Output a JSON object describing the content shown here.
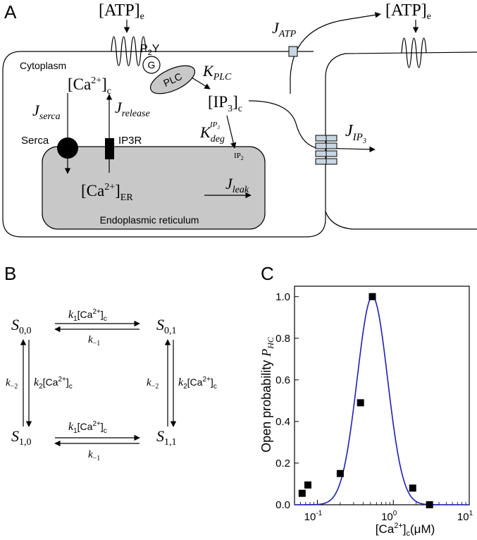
{
  "panel_a": {
    "letter": "A",
    "atp_e_left": "[ATP]",
    "atp_e_left_sub": "e",
    "atp_e_right": "[ATP]",
    "atp_e_right_sub": "e",
    "p2y_p": "P",
    "p2y_sub": "2",
    "p2y_y": "Y",
    "g_label": "G",
    "plc_label": "PLC",
    "cytoplasm": "Cytoplasm",
    "ca_c_open": "[Ca",
    "ca_c_sup": "2+",
    "ca_c_close": "]",
    "ca_c_sub": "c",
    "j_serca": "J",
    "j_serca_sub": "serca",
    "j_release": "J",
    "j_release_sub": "release",
    "k_plc": "K",
    "k_plc_sub": "PLC",
    "ip3_open": "[IP",
    "ip3_sub3": "3",
    "ip3_close": "]",
    "ip3_subc": "c",
    "k_deg": "K",
    "k_deg_sub": "deg",
    "k_deg_sup": "IP",
    "k_deg_sup_sub": "3",
    "ip2": "IP",
    "ip2_sub": "2",
    "serca": "Serca",
    "ip3r": "IP3R",
    "ca_er_open": "[Ca",
    "ca_er_sup": "2+",
    "ca_er_close": "]",
    "ca_er_sub": "ER",
    "j_leak": "J",
    "j_leak_sub": "leak",
    "er_label": "Endoplasmic reticulum",
    "j_atp": "J",
    "j_atp_sub": "ATP",
    "j_ip3": "J",
    "j_ip3_sub": "IP",
    "j_ip3_subsub": "3"
  },
  "panel_b": {
    "letter": "B",
    "s00": "S",
    "s00_sub": "0,0",
    "s01": "S",
    "s01_sub": "0,1",
    "s10": "S",
    "s10_sub": "1,0",
    "s11": "S",
    "s11_sub": "1,1",
    "k1_top": "k",
    "k1_top_sub": "1",
    "k1_top_rest": "[Ca",
    "k1_top_sup": "2+",
    "k1_top_close": "]",
    "k1_top_c": "c",
    "km1_top": "k",
    "km1_top_sub": "−1",
    "k1_bot": "k",
    "k1_bot_sub": "1",
    "k1_bot_rest": "[Ca",
    "k1_bot_sup": "2+",
    "k1_bot_close": "]",
    "k1_bot_c": "c",
    "km1_bot": "k",
    "km1_bot_sub": "−1",
    "km2_left": "k",
    "km2_left_sub": "−2",
    "k2_left": "k",
    "k2_left_sub": "2",
    "k2_left_rest": "[Ca",
    "k2_left_sup": "2+",
    "k2_left_close": "]",
    "k2_left_c": "c",
    "km2_right": "k",
    "km2_right_sub": "−2",
    "k2_right": "k",
    "k2_right_sub": "2",
    "k2_right_rest": "[Ca",
    "k2_right_sup": "2+",
    "k2_right_close": "]",
    "k2_right_c": "c"
  },
  "chart_data": {
    "panel_letter": "C",
    "type": "scatter",
    "ylabel": "Open probability",
    "ylabel_symbol": "P",
    "ylabel_symbol_sub": "HC",
    "xlabel_pre": "[Ca",
    "xlabel_sup": "2+",
    "xlabel_mid": "]",
    "xlabel_sub": "c",
    "xlabel_unit": "(μM)",
    "x_scale": "log",
    "xlim": [
      0.05,
      10
    ],
    "ylim": [
      0,
      1.05
    ],
    "x_ticks": [
      {
        "value": 0.1,
        "base": "10",
        "exp": "-1"
      },
      {
        "value": 1,
        "base": "10",
        "exp": "0"
      },
      {
        "value": 10,
        "base": "10",
        "exp": "1"
      }
    ],
    "y_ticks": [
      "0.0",
      "0.2",
      "0.4",
      "0.6",
      "0.8",
      "1.0"
    ],
    "series": [
      {
        "kind": "markers",
        "color": "#000000",
        "x": [
          0.063,
          0.075,
          0.2,
          0.37,
          0.53,
          1.8,
          3.0
        ],
        "y": [
          0.055,
          0.095,
          0.15,
          0.49,
          1.0,
          0.08,
          0.0
        ]
      },
      {
        "kind": "fit-line",
        "color": "#1f1fb4",
        "peak_x": 0.53,
        "peak_y": 1.0,
        "log_sigma": 0.2
      }
    ]
  }
}
